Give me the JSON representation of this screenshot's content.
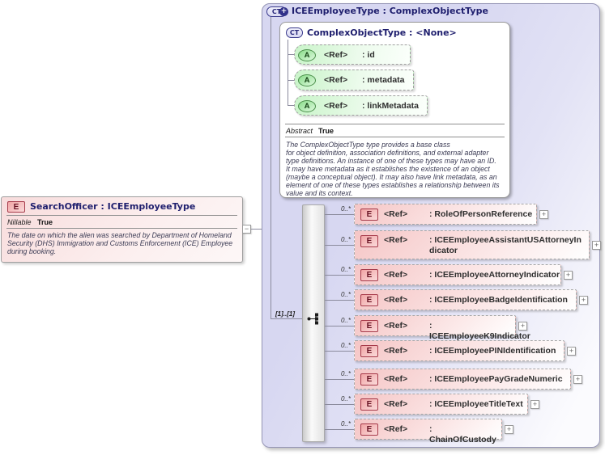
{
  "icons": {
    "plus": "+",
    "minus": "−",
    "element_letter": "E",
    "attribute_letter": "A",
    "complex_type_letters": "CT"
  },
  "left_element": {
    "title": "SearchOfficer : ICEEmployeeType",
    "nillable_label": "Nillable",
    "nillable_value": "True",
    "description_lines": [
      "The date on which the alien was searched by Department of Homeland",
      "Security (DHS) Immigration and Customs Enforcement (ICE) Employee",
      "during booking."
    ]
  },
  "type_box": {
    "title": "ICEEmployeeType : ComplexObjectType",
    "base_type": {
      "title": "ComplexObjectType : <None>",
      "attributes": [
        {
          "ref": "<Ref>",
          "name": ": id"
        },
        {
          "ref": "<Ref>",
          "name": ": metadata"
        },
        {
          "ref": "<Ref>",
          "name": ": linkMetadata"
        }
      ],
      "abstract_label": "Abstract",
      "abstract_value": "True",
      "description_lines": [
        "The ComplexObjectType type provides a base class",
        "for object definition, association definitions, and external adapter",
        "type definitions. An instance of one of these types may have an ID.",
        "It may have metadata as it establishes the existence of an object",
        "(maybe a conceptual object). It may also have link metadata, as an",
        "element of one of these types establishes a relationship between its",
        "value and its context."
      ]
    },
    "group_cardinality": "[1]..[1]",
    "elements": [
      {
        "occurs": "0..*",
        "ref": "<Ref>",
        "name": ": RoleOfPersonReference"
      },
      {
        "occurs": "0..*",
        "ref": "<Ref>",
        "name": ": ICEEmployeeAssistantUSAttorneyIndicator"
      },
      {
        "occurs": "0..*",
        "ref": "<Ref>",
        "name": ": ICEEmployeeAttorneyIndicator"
      },
      {
        "occurs": "0..*",
        "ref": "<Ref>",
        "name": ": ICEEmployeeBadgeIdentification"
      },
      {
        "occurs": "0..*",
        "ref": "<Ref>",
        "name": ": ICEEmployeeK9Indicator"
      },
      {
        "occurs": "0..*",
        "ref": "<Ref>",
        "name": ": ICEEmployeePINIdentification"
      },
      {
        "occurs": "0..*",
        "ref": "<Ref>",
        "name": ": ICEEmployeePayGradeNumeric"
      },
      {
        "occurs": "0..*",
        "ref": "<Ref>",
        "name": ": ICEEmployeeTitleText"
      },
      {
        "occurs": "0..*",
        "ref": "<Ref>",
        "name": ": ChainOfCustody"
      }
    ]
  },
  "colors": {
    "lavender_fill": "#d7d7f1",
    "element_pink": "#f5c6c6",
    "attribute_green": "#c9f4c9",
    "header_navy": "#1f1f6e"
  }
}
